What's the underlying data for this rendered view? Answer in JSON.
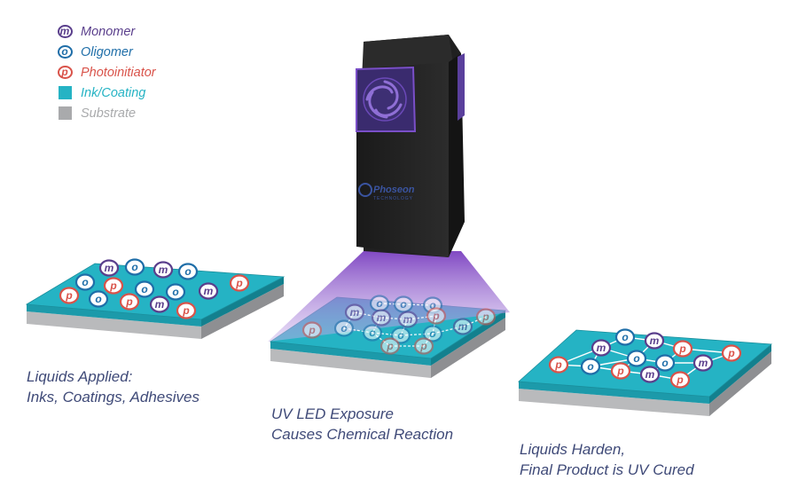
{
  "colors": {
    "monomer": "#5a3f8c",
    "oligomer": "#1f6ea8",
    "photoinitiator": "#d9534a",
    "ink_coating": "#25b3c4",
    "substrate": "#a9aaac",
    "caption_text": "#3f4a78",
    "uv_light": "#8f59c9"
  },
  "legend": [
    {
      "symbol": "m",
      "label": "Monomer",
      "kind": "monomer"
    },
    {
      "symbol": "o",
      "label": "Oligomer",
      "kind": "oligomer"
    },
    {
      "symbol": "p",
      "label": "Photoinitiator",
      "kind": "photoinitiator"
    },
    {
      "symbol": "",
      "label": "Ink/Coating",
      "kind": "ink_coating"
    },
    {
      "symbol": "",
      "label": "Substrate",
      "kind": "substrate"
    }
  ],
  "lamp": {
    "brand": "Phoseon",
    "brand_sub": "TECHNOLOGY"
  },
  "stages": [
    {
      "caption_lines": [
        "Liquids Applied:",
        "Inks, Coatings, Adhesives"
      ]
    },
    {
      "caption_lines": [
        "UV LED Exposure",
        "Causes Chemical Reaction"
      ]
    },
    {
      "caption_lines": [
        "Liquids Harden,",
        "Final Product is UV Cured"
      ]
    }
  ]
}
